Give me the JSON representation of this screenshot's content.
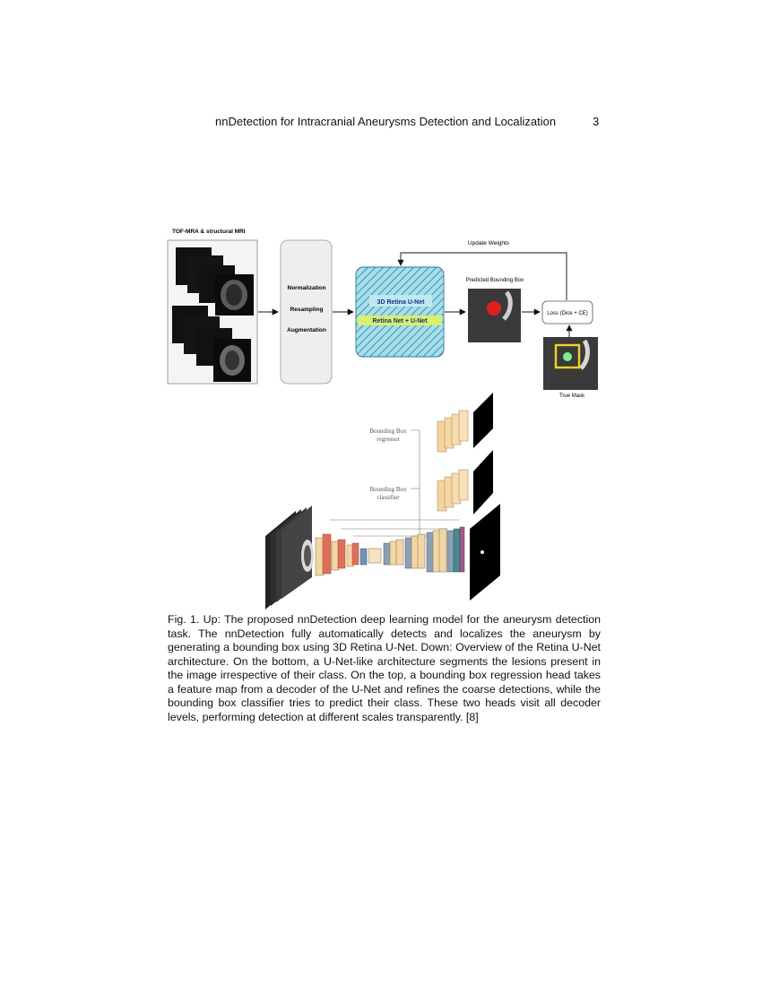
{
  "header": {
    "running_title": "nnDetection for Intracranial Aneurysms Detection and Localization",
    "page_number": "3"
  },
  "figure_top": {
    "input_label": "TOF-MRA & structural MRI",
    "preprocessing_steps": [
      "Normalization",
      "Resampling",
      "Augmentation"
    ],
    "model_labels": [
      "3D Retina U-Net",
      "Retina Net + U-Net"
    ],
    "update_label": "Update Weights",
    "predicted_label": "Predicted Bounding Box",
    "loss_label": "Loss (Dice + CE)",
    "mask_label": "True Mask",
    "colors": {
      "model_fill": "#a9dde8",
      "model_hatch": "#2a9ab2",
      "highlight": "#d8f06a",
      "bbox": "#f2d21c"
    }
  },
  "figure_bottom": {
    "regressor_label_1": "Bounding Box",
    "regressor_label_2": "regressor",
    "classifier_label_1": "Bounding Box",
    "classifier_label_2": "classifier"
  },
  "caption": {
    "label": "Fig. 1.",
    "text": "Up: The proposed nnDetection deep learning model for the aneurysm detection task. The nnDetection fully automatically detects and localizes the aneurysm by generating a bounding box using 3D Retina U-Net. Down: Overview of the Retina U-Net architecture. On the bottom, a U-Net-like architecture segments the lesions present in the image irrespective of their class. On the top, a bounding box regression head takes a feature map from a decoder of the U-Net and refines the coarse detections, while the bounding box classifier tries to predict their class. These two heads visit all decoder levels, performing detection at different scales transparently. [8]"
  }
}
